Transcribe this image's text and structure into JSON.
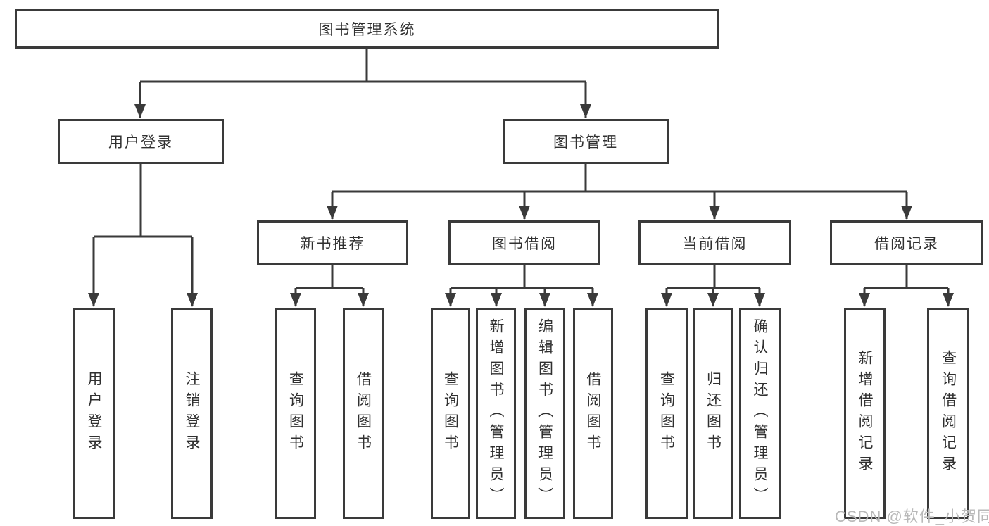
{
  "diagram": {
    "root": {
      "label": "图书管理系统"
    },
    "branches": [
      {
        "label": "用户登录",
        "children": [
          {
            "label": "用户登录"
          },
          {
            "label": "注销登录"
          }
        ]
      },
      {
        "label": "图书管理",
        "children": [
          {
            "label": "新书推荐",
            "children": [
              {
                "label": "查询图书"
              },
              {
                "label": "借阅图书"
              }
            ]
          },
          {
            "label": "图书借阅",
            "children": [
              {
                "label": "查询图书"
              },
              {
                "label": "新增图书（管理员）"
              },
              {
                "label": "编辑图书（管理员）"
              },
              {
                "label": "借阅图书"
              }
            ]
          },
          {
            "label": "当前借阅",
            "children": [
              {
                "label": "查询图书"
              },
              {
                "label": "归还图书"
              },
              {
                "label": "确认归还（管理员）"
              }
            ]
          },
          {
            "label": "借阅记录",
            "children": [
              {
                "label": "新增借阅记录"
              },
              {
                "label": "查询借阅记录"
              }
            ]
          }
        ]
      }
    ]
  },
  "watermark": {
    "text": "CSDN @软件_小贺同学"
  },
  "colors": {
    "line": "#3a3a3a",
    "box_border": "#3a3a3a",
    "text": "#303030",
    "watermark": "#b9b9b9",
    "background": "#ffffff"
  }
}
